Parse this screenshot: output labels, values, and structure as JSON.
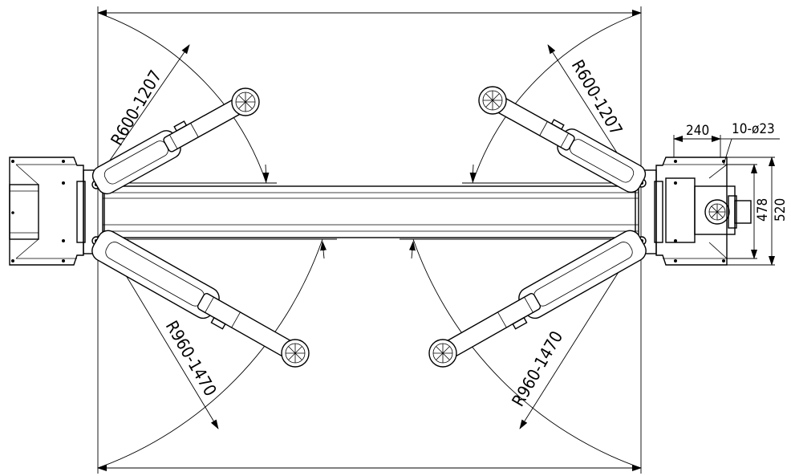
{
  "dimensions": {
    "arm_radius_upper_left": "R600-1207",
    "arm_radius_upper_right": "R600-1207",
    "arm_radius_lower_left": "R960-1470",
    "arm_radius_lower_right": "R960-1470",
    "post_offset": "240",
    "anchor_bolts": "10-ø23",
    "base_inner": "478",
    "base_outer": "520"
  },
  "colors": {
    "line": "#000000",
    "background": "#ffffff"
  }
}
